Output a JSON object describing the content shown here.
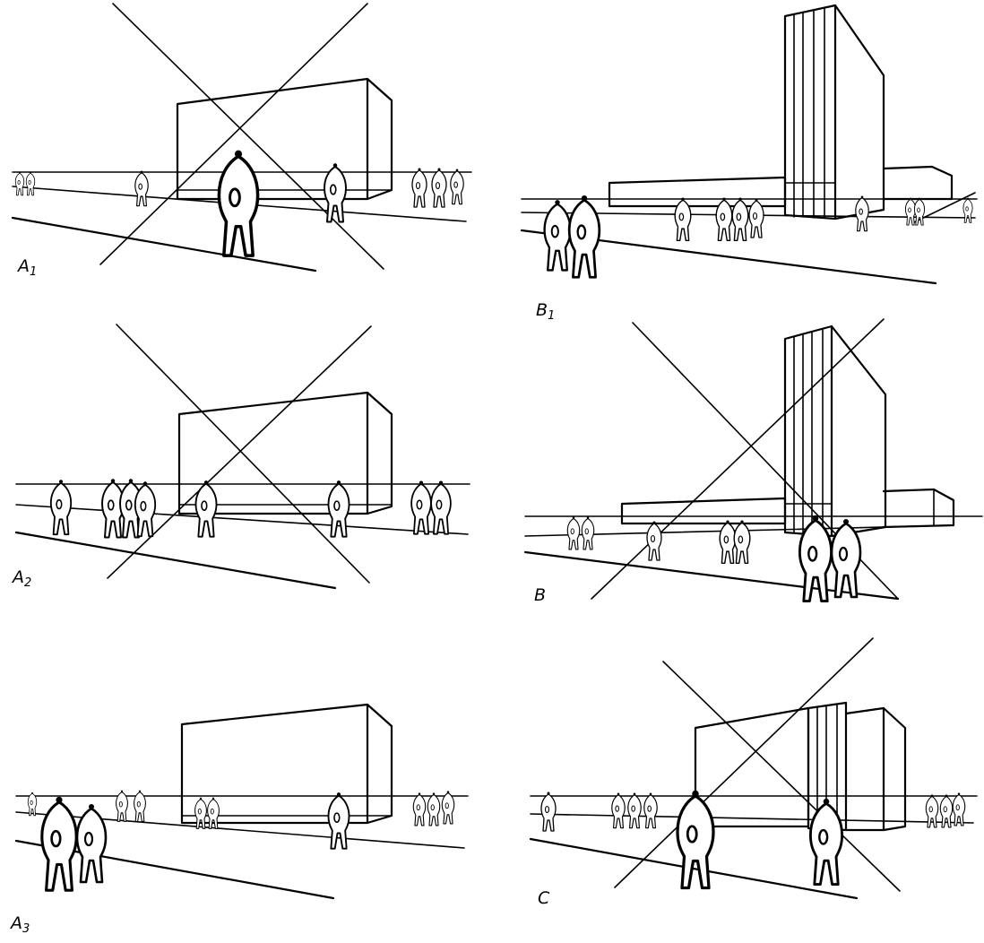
{
  "panels": [
    {
      "id": "A1",
      "letter": "A",
      "sub": "1"
    },
    {
      "id": "A2",
      "letter": "A",
      "sub": "2"
    },
    {
      "id": "A3",
      "letter": "A",
      "sub": "3"
    },
    {
      "id": "B1",
      "letter": "B",
      "sub": "1"
    },
    {
      "id": "B",
      "letter": "B",
      "sub": ""
    },
    {
      "id": "C",
      "letter": "C",
      "sub": ""
    }
  ]
}
